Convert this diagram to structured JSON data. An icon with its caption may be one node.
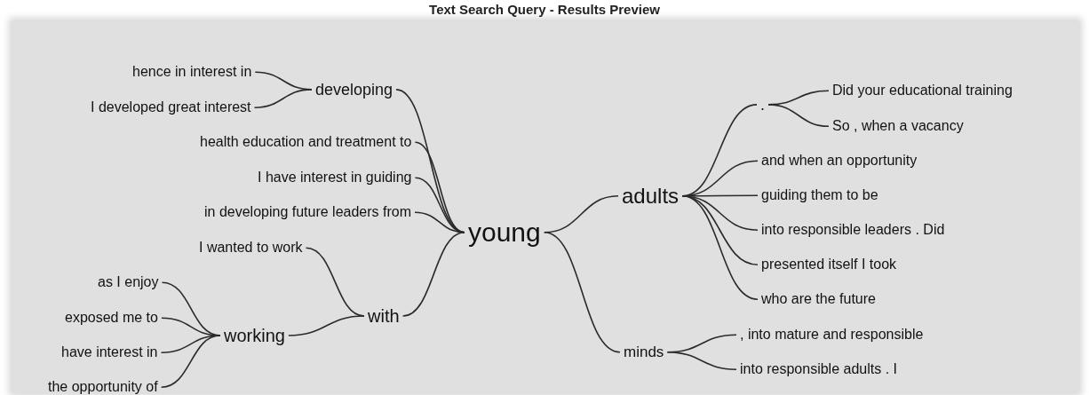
{
  "diagram": {
    "title": "Text Search Query - Results Preview",
    "nodes": [
      {
        "text": [
          "young"
        ]
      },
      {
        "text": [
          "developing"
        ]
      },
      {
        "text": [
          "hence in interest in"
        ]
      },
      {
        "text": [
          "I developed great interest"
        ]
      },
      {
        "text": [
          "health education and treatment to"
        ]
      },
      {
        "text": [
          "I have interest in guiding"
        ]
      },
      {
        "text": [
          "in developing future leaders from"
        ]
      },
      {
        "text": [
          "with"
        ]
      },
      {
        "text": [
          "I wanted to work"
        ]
      },
      {
        "text": [
          "working"
        ]
      },
      {
        "text": [
          "as I enjoy"
        ]
      },
      {
        "text": [
          "exposed me to"
        ]
      },
      {
        "text": [
          "have interest in"
        ]
      },
      {
        "text": [
          "the opportunity of"
        ]
      },
      {
        "text": [
          "adults"
        ]
      },
      {
        "text": [
          "."
        ]
      },
      {
        "text": [
          "Did your educational training"
        ]
      },
      {
        "text": [
          "So , when a vacancy"
        ]
      },
      {
        "text": [
          "and when an opportunity"
        ]
      },
      {
        "text": [
          "guiding them to be"
        ]
      },
      {
        "text": [
          "into responsible leaders . Did"
        ]
      },
      {
        "text": [
          "presented itself I took"
        ]
      },
      {
        "text": [
          "who are the future"
        ]
      },
      {
        "text": [
          "minds"
        ]
      },
      {
        "text": [
          ", into mature and responsible"
        ]
      },
      {
        "text": [
          "into responsible adults . I"
        ]
      }
    ],
    "edges": [
      {
        "from": 0,
        "to": 1,
        "arrow": "none"
      },
      {
        "from": 1,
        "to": 2,
        "arrow": "none"
      },
      {
        "from": 1,
        "to": 3,
        "arrow": "none"
      },
      {
        "from": 0,
        "to": 4,
        "arrow": "none"
      },
      {
        "from": 0,
        "to": 5,
        "arrow": "none"
      },
      {
        "from": 0,
        "to": 6,
        "arrow": "none"
      },
      {
        "from": 0,
        "to": 7,
        "arrow": "none"
      },
      {
        "from": 7,
        "to": 8,
        "arrow": "none"
      },
      {
        "from": 7,
        "to": 9,
        "arrow": "none"
      },
      {
        "from": 9,
        "to": 10,
        "arrow": "none"
      },
      {
        "from": 9,
        "to": 11,
        "arrow": "none"
      },
      {
        "from": 9,
        "to": 12,
        "arrow": "none"
      },
      {
        "from": 9,
        "to": 13,
        "arrow": "none"
      },
      {
        "from": 0,
        "to": 14,
        "arrow": "none"
      },
      {
        "from": 14,
        "to": 15,
        "arrow": "none"
      },
      {
        "from": 15,
        "to": 16,
        "arrow": "none"
      },
      {
        "from": 15,
        "to": 17,
        "arrow": "none"
      },
      {
        "from": 14,
        "to": 18,
        "arrow": "none"
      },
      {
        "from": 14,
        "to": 19,
        "arrow": "none"
      },
      {
        "from": 14,
        "to": 20,
        "arrow": "none"
      },
      {
        "from": 14,
        "to": 21,
        "arrow": "none"
      },
      {
        "from": 14,
        "to": 22,
        "arrow": "none"
      },
      {
        "from": 0,
        "to": 23,
        "arrow": "none"
      },
      {
        "from": 23,
        "to": 24,
        "arrow": "none"
      },
      {
        "from": 23,
        "to": 25,
        "arrow": "none"
      }
    ]
  }
}
